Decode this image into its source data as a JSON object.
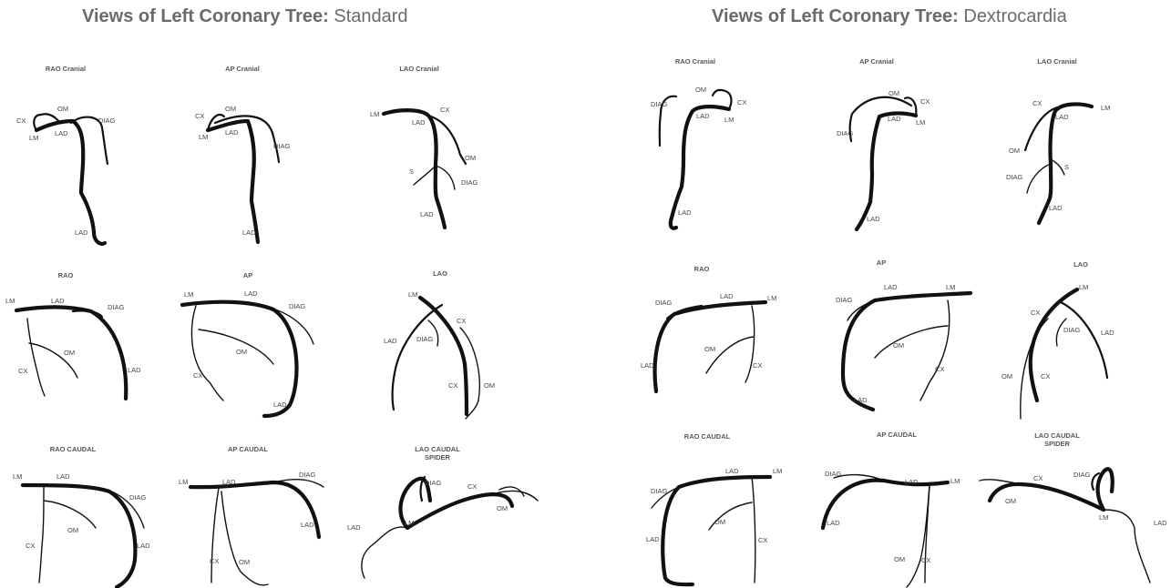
{
  "panels": {
    "left": {
      "title_bold": "Views of Left Coronary Tree:",
      "title_regular": " Standard"
    },
    "right": {
      "title_bold": "Views of Left Coronary Tree:",
      "title_regular": " Dextrocardia"
    }
  },
  "views": [
    {
      "id": "std-rao-cranial",
      "label": "RAO Cranial",
      "lines": [
        "RAO Cranial"
      ],
      "vessels": [
        "CX",
        "OM",
        "LM",
        "LAD",
        "DIAG",
        "LAD"
      ]
    },
    {
      "id": "std-ap-cranial",
      "label": "AP Cranial",
      "lines": [
        "AP Cranial"
      ],
      "vessels": [
        "CX",
        "OM",
        "LM",
        "LAD",
        "DIAG",
        "LAD"
      ]
    },
    {
      "id": "std-lao-cranial",
      "label": "LAO Cranial",
      "lines": [
        "LAO Cranial"
      ],
      "vessels": [
        "LM",
        "CX",
        "LAD",
        "OM",
        "S",
        "DIAG",
        "LAD"
      ]
    },
    {
      "id": "std-rao",
      "label": "RAO",
      "lines": [
        "RAO"
      ],
      "vessels": [
        "LM",
        "LAD",
        "DIAG",
        "OM",
        "CX",
        "LAD"
      ]
    },
    {
      "id": "std-ap",
      "label": "AP",
      "lines": [
        "AP"
      ],
      "vessels": [
        "LM",
        "LAD",
        "DIAG",
        "OM",
        "CX",
        "LAD"
      ]
    },
    {
      "id": "std-lao",
      "label": "LAO",
      "lines": [
        "LAO"
      ],
      "vessels": [
        "LM",
        "CX",
        "LAD",
        "DIAG",
        "CX",
        "OM"
      ]
    },
    {
      "id": "std-rao-caudal",
      "label": "RAO CAUDAL",
      "lines": [
        "RAO CAUDAL"
      ],
      "vessels": [
        "LM",
        "LAD",
        "DIAG",
        "OM",
        "CX",
        "LAD"
      ]
    },
    {
      "id": "std-ap-caudal",
      "label": "AP CAUDAL",
      "lines": [
        "AP CAUDAL"
      ],
      "vessels": [
        "LM",
        "LAD",
        "DIAG",
        "LAD",
        "CX",
        "OM"
      ]
    },
    {
      "id": "std-lao-caudal-spider",
      "label": "LAO CAUDAL SPIDER",
      "lines": [
        "LAO CAUDAL",
        "SPIDER"
      ],
      "vessels": [
        "DIAG",
        "CX",
        "OM",
        "LM",
        "LAD"
      ]
    },
    {
      "id": "dex-rao-cranial",
      "label": "RAO Cranial",
      "lines": [
        "RAO Cranial"
      ],
      "vessels": [
        "DIAG",
        "OM",
        "CX",
        "LAD",
        "LM",
        "LAD"
      ]
    },
    {
      "id": "dex-ap-cranial",
      "label": "AP Cranial",
      "lines": [
        "AP Cranial"
      ],
      "vessels": [
        "OM",
        "CX",
        "LAD",
        "LM",
        "DIAG",
        "LAD"
      ]
    },
    {
      "id": "dex-lao-cranial",
      "label": "LAO Cranial",
      "lines": [
        "LAO Cranial"
      ],
      "vessels": [
        "CX",
        "LM",
        "LAD",
        "OM",
        "DIAG",
        "S",
        "LAD"
      ]
    },
    {
      "id": "dex-rao",
      "label": "RAO",
      "lines": [
        "RAO"
      ],
      "vessels": [
        "DIAG",
        "LAD",
        "LM",
        "OM",
        "CX",
        "LAD"
      ]
    },
    {
      "id": "dex-ap",
      "label": "AP",
      "lines": [
        "AP"
      ],
      "vessels": [
        "LAD",
        "LM",
        "DIAG",
        "OM",
        "CX",
        "LAD"
      ]
    },
    {
      "id": "dex-lao",
      "label": "LAO",
      "lines": [
        "LAO"
      ],
      "vessels": [
        "LM",
        "CX",
        "DIAG",
        "LAD",
        "OM",
        "CX"
      ]
    },
    {
      "id": "dex-rao-caudal",
      "label": "RAO CAUDAL",
      "lines": [
        "RAO CAUDAL"
      ],
      "vessels": [
        "LAD",
        "LM",
        "DIAG",
        "OM",
        "LAD",
        "CX"
      ]
    },
    {
      "id": "dex-ap-caudal",
      "label": "AP CAUDAL",
      "lines": [
        "AP CAUDAL"
      ],
      "vessels": [
        "DIAG",
        "LAD",
        "LM",
        "LAD",
        "OM",
        "CX"
      ]
    },
    {
      "id": "dex-lao-caudal-spider",
      "label": "LAO CAUDAL SPIDER",
      "lines": [
        "LAO CAUDAL",
        "SPIDER"
      ],
      "vessels": [
        "CX",
        "DIAG",
        "OM",
        "LM",
        "LAD"
      ]
    }
  ],
  "colors": {
    "title": "#6a6a6a",
    "vessel": "#111111",
    "label": "#444444"
  }
}
